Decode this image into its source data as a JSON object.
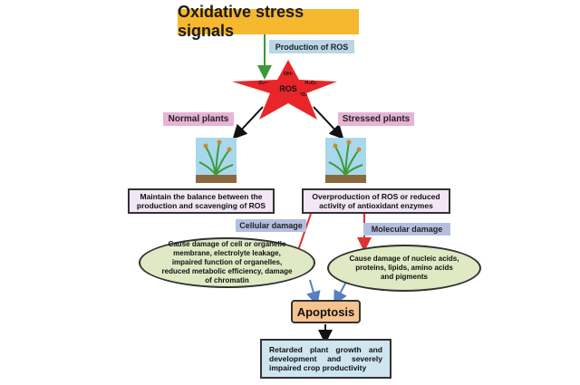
{
  "title": "Oxidative stress signals",
  "production_label": "Production of ROS",
  "star": {
    "center": "ROS",
    "oh": "OH•",
    "o2": "O₂•⁻",
    "h2o2": "H₂O₂",
    "singlet": "¹O₂"
  },
  "normal_label": "Normal plants",
  "stressed_label": "Stressed plants",
  "normal_box": "Maintain the balance between the production and scavenging of ROS",
  "stressed_box": "Overproduction of ROS  or reduced activity of antioxidant enzymes",
  "cellular_label": "Cellular damage",
  "molecular_label": "Molecular damage",
  "cellular_ellipse": "Cause damage of cell or organelle membrane, electrolyte leakage, impaired function of organelles, reduced metabolic efficiency, damage of chromatin",
  "molecular_ellipse": "Cause damage of nucleic acids, proteins, lipids, amino acids and pigments",
  "apoptosis": "Apoptosis",
  "final_box": "Retarded plant growth and development and severely impaired crop productivity",
  "colors": {
    "title_bg": "#f5b82e",
    "star": "#e8262a",
    "ellipse": "#dfeac4",
    "apoptosis": "#f6c28e"
  }
}
